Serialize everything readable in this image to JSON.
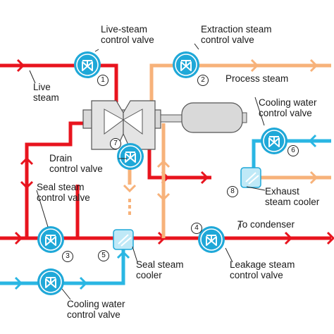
{
  "labels": {
    "live_steam_valve": [
      "Live-steam",
      "control valve"
    ],
    "extraction_valve": [
      "Extraction steam",
      "control valve"
    ],
    "live_steam": [
      "Live",
      "steam"
    ],
    "process_steam": "Process steam",
    "cooling_valve_right": [
      "Cooling water",
      "control valve"
    ],
    "drain_valve": [
      "Drain",
      "control valve"
    ],
    "seal_valve": [
      "Seal steam",
      "control valve"
    ],
    "exhaust_cooler": [
      "Exhaust",
      "steam cooler"
    ],
    "to_condenser": "To condenser",
    "seal_cooler": [
      "Seal steam",
      "cooler"
    ],
    "leakage_valve": [
      "Leakage steam",
      "control valve"
    ],
    "cooling_valve_bottom": [
      "Cooling water",
      "control valve"
    ]
  },
  "numbers": [
    "1",
    "2",
    "3",
    "4",
    "5",
    "6",
    "7",
    "8"
  ],
  "colors": {
    "live_steam": "#e8141e",
    "process_steam": "#f7b27a",
    "cooling_water": "#2ab6e3",
    "valve": "#1fa8d8",
    "machine": "#d9d9d9"
  }
}
